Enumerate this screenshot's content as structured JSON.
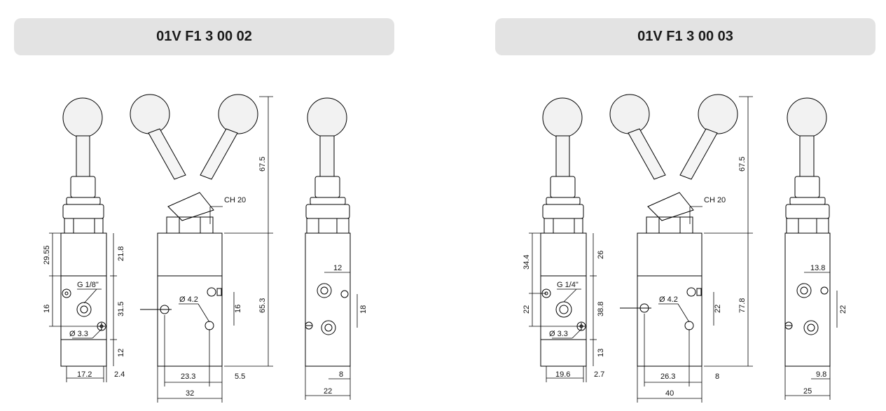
{
  "panels": [
    {
      "title": "01V F1 3 00 02",
      "dims": {
        "h_29_55": "29.55",
        "h_16": "16",
        "h_21_8": "21.8",
        "h_31_5": "31.5",
        "h_12": "12",
        "w_17_2": "17.2",
        "w_2_4": "2.4",
        "port_g": "G 1/8\"",
        "port_d33": "Ø 3.3",
        "hole_d42": "Ø 4.2",
        "ch20": "CH 20",
        "h_16b": "16",
        "h_67_5": "67.5",
        "h_65_3": "65.3",
        "w_23_3": "23.3",
        "w_5_5": "5.5",
        "w_32": "32",
        "w_12": "12",
        "h_18": "18",
        "w_8": "8",
        "w_22": "22"
      }
    },
    {
      "title": "01V F1 3 00 03",
      "dims": {
        "h_29_55": "34.4",
        "h_16": "22",
        "h_21_8": "26",
        "h_31_5": "38.8",
        "h_12": "13",
        "w_17_2": "19.6",
        "w_2_4": "2.7",
        "port_g": "G 1/4\"",
        "port_d33": "Ø 3.3",
        "hole_d42": "Ø 4.2",
        "ch20": "CH 20",
        "h_16b": "22",
        "h_67_5": "67.5",
        "h_65_3": "77.8",
        "w_23_3": "26.3",
        "w_5_5": "8",
        "w_32": "40",
        "w_12": "13.8",
        "h_18": "22",
        "w_8": "9.8",
        "w_22": "25"
      }
    }
  ]
}
